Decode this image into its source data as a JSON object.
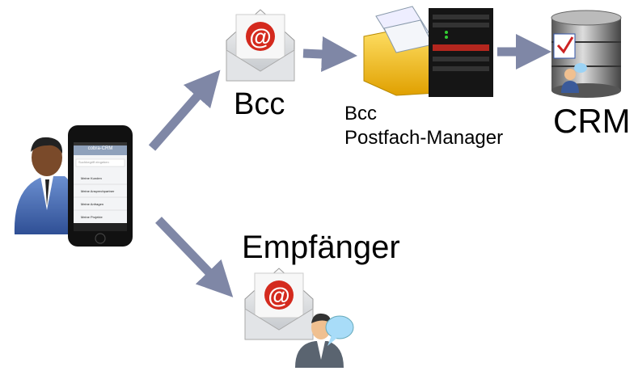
{
  "labels": {
    "bcc": "Bcc",
    "manager_line1": "Bcc",
    "manager_line2": "Postfach-Manager",
    "crm": "CRM",
    "recipient": "Empfänger"
  },
  "phone": {
    "app_title": "cobra-CRM",
    "search_placeholder": "Suchbegriff eingeben",
    "menu": [
      "Meine Kunden",
      "Meine Ansprechpartner",
      "Meine Anfragen",
      "Meine Projekte"
    ]
  },
  "colors": {
    "arrow": "#7f87a6",
    "envelope_at": "#d42a1e"
  }
}
